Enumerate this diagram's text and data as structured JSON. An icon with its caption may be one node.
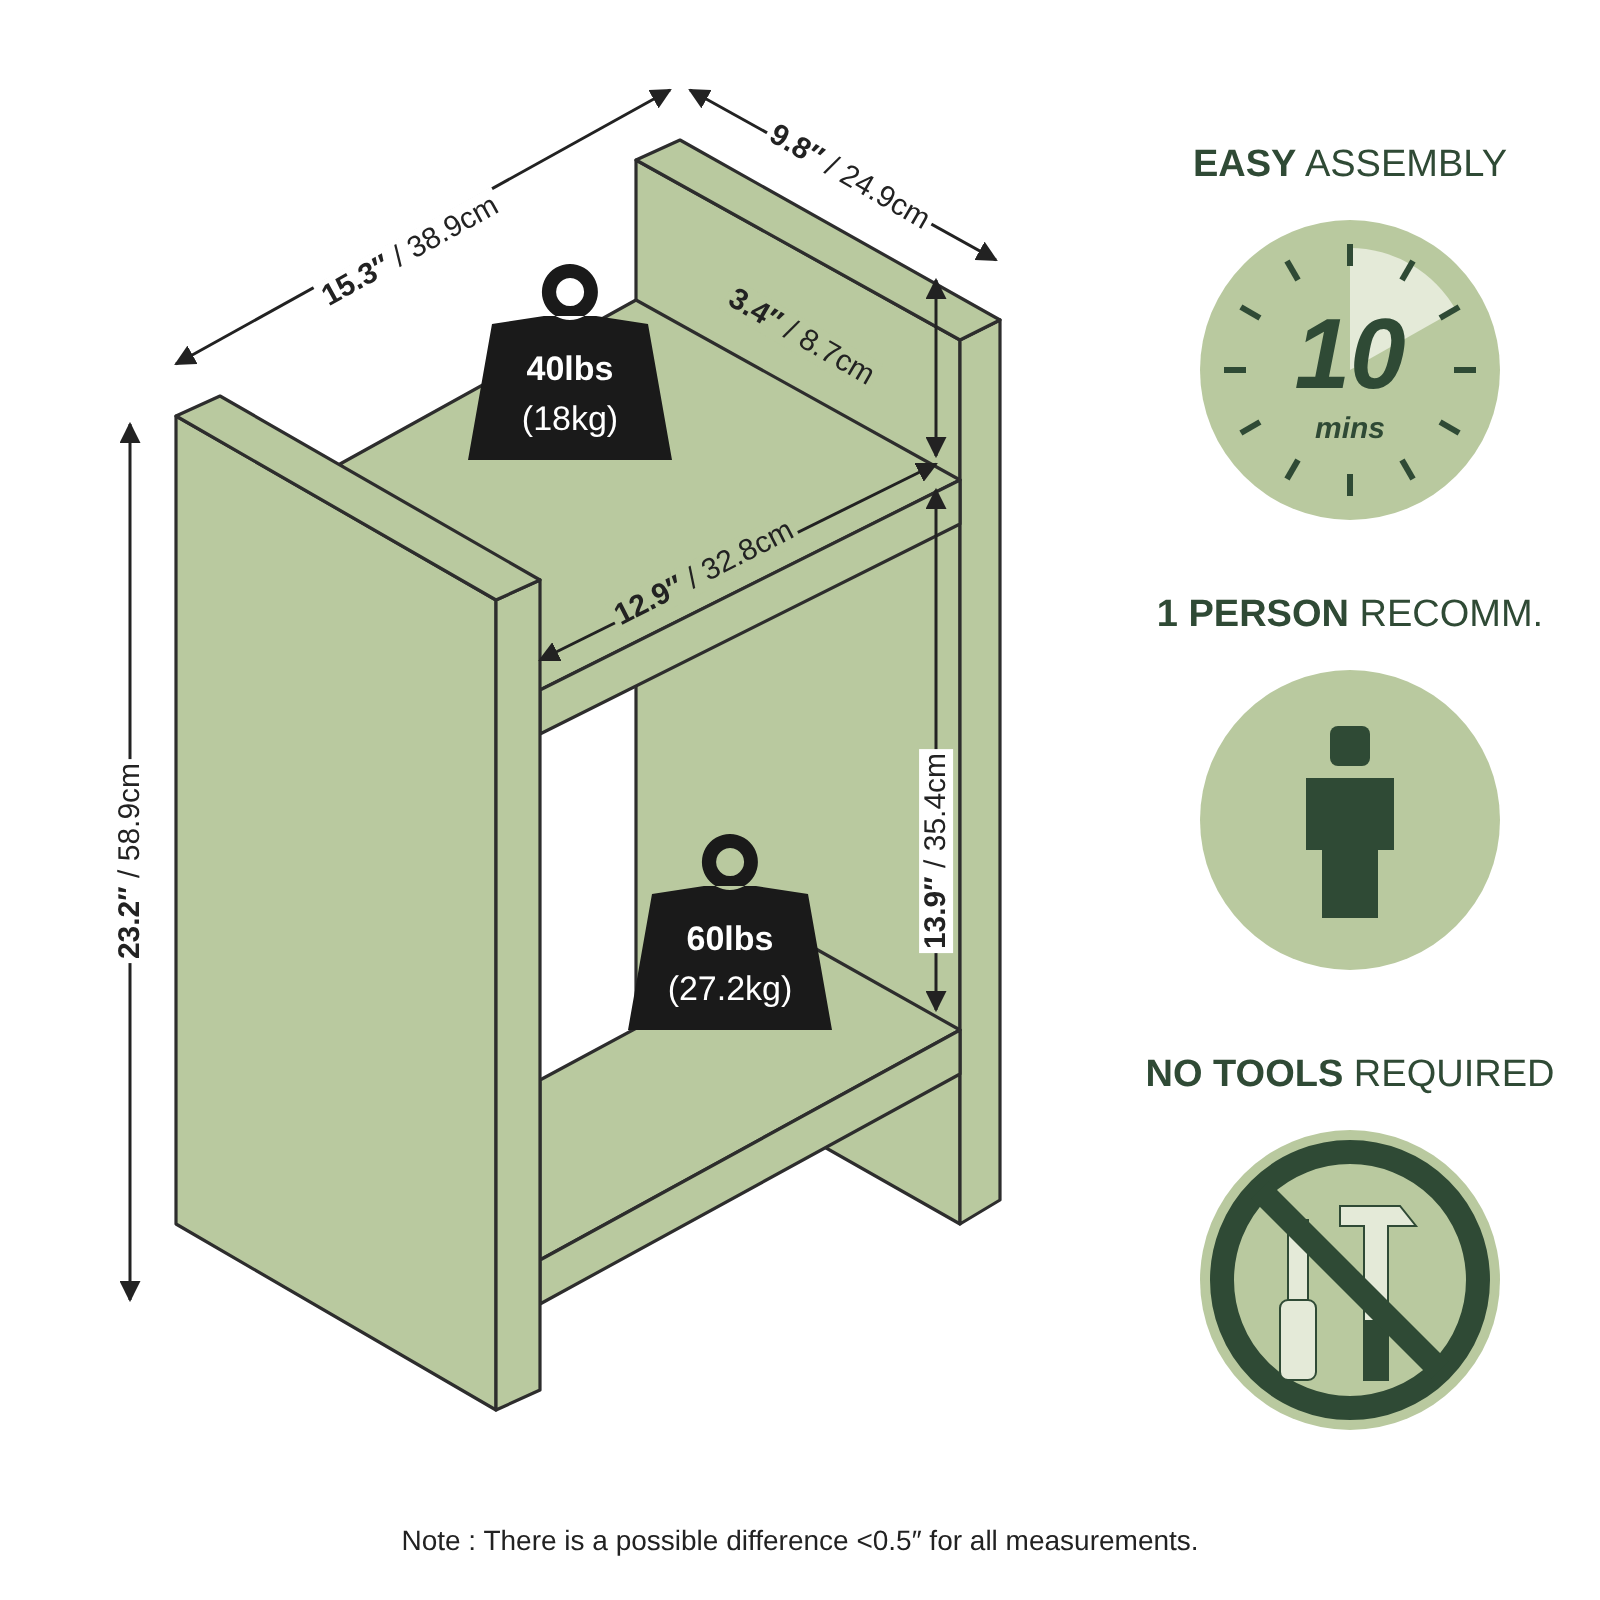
{
  "diagram": {
    "nodes": [
      {
        "text": [
          "40lbs",
          "(18kg)"
        ]
      },
      {
        "text": [
          "60lbs",
          "(27.2kg)"
        ]
      },
      {
        "text": [
          "**EASY** ASSEMBLY",
          "10",
          "mins"
        ]
      },
      {
        "text": [
          "**1 PERSON** RECOMM."
        ]
      },
      {
        "text": [
          "**NO TOOLS** REQUIRED"
        ]
      }
    ],
    "edges": [],
    "labels": [
      "**15.3″** / 38.9cm",
      "**9.8″** / 24.9cm",
      "**3.4″** / 8.7cm",
      "**12.9″** / 32.8cm",
      "**13.9″** / 35.4cm",
      "**23.2″** / 58.9cm",
      "Note : There is a possible difference <0.5″ for all measurements."
    ]
  }
}
